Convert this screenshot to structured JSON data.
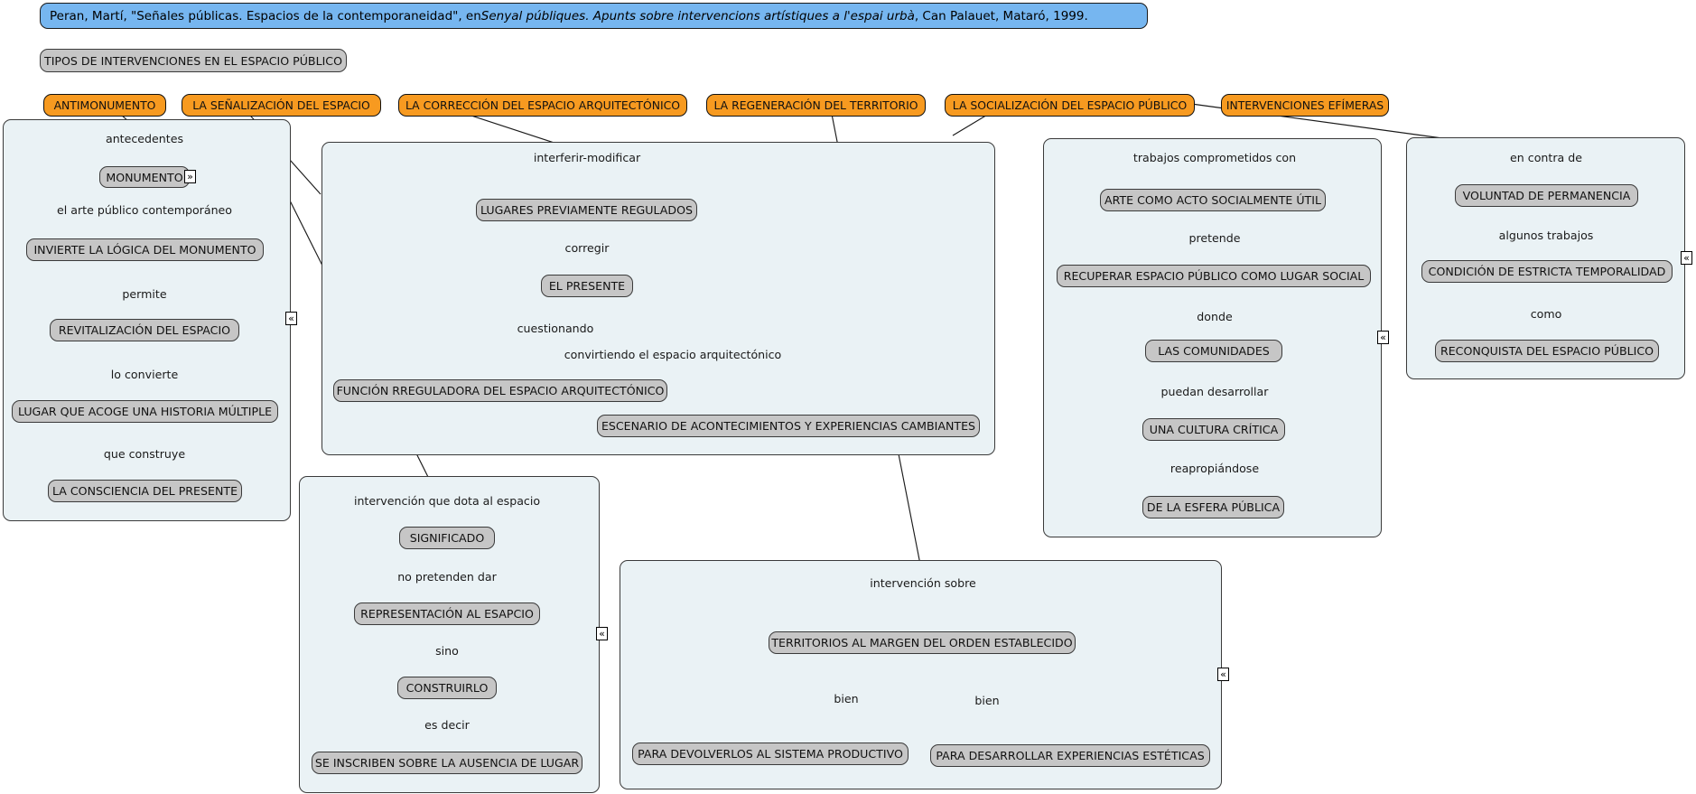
{
  "citation": {
    "part1": "Peran, Martí, \"Señales públicas. Espacios de la contemporaneidad\", en ",
    "italic": "Senyal públiques. Apunts sobre intervencions artístiques a l'espai urbà",
    "part2": ", Can Palauet, Mataró, 1999."
  },
  "root": {
    "label": "TIPOS DE INTERVENCIONES EN EL ESPACIO PÚBLICO"
  },
  "categories": [
    {
      "id": "antimonumento",
      "label": "ANTIMONUMENTO"
    },
    {
      "id": "senalizacion",
      "label": "LA SEÑALIZACIÓN DEL ESPACIO"
    },
    {
      "id": "correccion",
      "label": "LA CORRECCIÓN DEL ESPACIO ARQUITECTÓNICO"
    },
    {
      "id": "regeneracion",
      "label": "LA REGENERACIÓN DEL TERRITORIO"
    },
    {
      "id": "socializacion",
      "label": "LA SOCIALIZACIÓN DEL ESPACIO PÚBLICO"
    },
    {
      "id": "efimeras",
      "label": "INTERVENCIONES EFÍMERAS"
    }
  ],
  "branches": {
    "antimonumento": {
      "nodes": [
        "MONUMENTO",
        "INVIERTE LA LÓGICA DEL MONUMENTO",
        "REVITALIZACIÓN DEL ESPACIO",
        "LUGAR QUE ACOGE UNA HISTORIA MÚLTIPLE",
        "LA CONSCIENCIA DEL PRESENTE"
      ],
      "links": [
        "antecedentes",
        "el arte público contemporáneo",
        "permite",
        "lo convierte",
        "que construye"
      ]
    },
    "correccion": {
      "nodes": [
        "LUGARES PREVIAMENTE REGULADOS",
        "EL PRESENTE",
        "FUNCIÓN RREGULADORA DEL ESPACIO ARQUITECTÓNICO",
        "ESCENARIO DE ACONTECIMIENTOS Y EXPERIENCIAS CAMBIANTES"
      ],
      "links": [
        "interferir-modificar",
        "corregir",
        "cuestionando",
        "convirtiendo el espacio arquitectónico"
      ]
    },
    "senalizacion": {
      "nodes": [
        "SIGNIFICADO",
        "REPRESENTACIÓN AL ESAPCIO",
        "CONSTRUIRLO",
        "SE INSCRIBEN SOBRE LA AUSENCIA DE LUGAR"
      ],
      "links": [
        "intervención que dota al espacio",
        "no pretenden dar",
        "sino",
        "es decir"
      ]
    },
    "regeneracion": {
      "nodes": [
        "TERRITORIOS AL MARGEN DEL ORDEN ESTABLECIDO",
        "PARA DEVOLVERLOS AL SISTEMA PRODUCTIVO",
        "PARA DESARROLLAR EXPERIENCIAS ESTÉTICAS"
      ],
      "links": [
        "intervención sobre",
        "bien",
        "bien"
      ]
    },
    "socializacion": {
      "nodes": [
        "ARTE COMO ACTO SOCIALMENTE ÚTIL",
        "RECUPERAR ESPACIO PÚBLICO COMO LUGAR SOCIAL",
        "LAS COMUNIDADES",
        "UNA CULTURA CRÍTICA",
        "DE LA ESFERA PÚBLICA"
      ],
      "links": [
        "trabajos comprometidos con",
        "pretende",
        "donde",
        "puedan desarrollar",
        "reapropiándose"
      ]
    },
    "efimeras": {
      "nodes": [
        "VOLUNTAD DE PERMANENCIA",
        "CONDICIÓN DE ESTRICTA TEMPORALIDAD",
        "RECONQUISTA DEL ESPACIO PÚBLICO"
      ],
      "links": [
        "en contra de",
        "algunos trabajos",
        "como"
      ]
    }
  },
  "icons": {
    "expand_right": "»",
    "collapse_left": "«"
  },
  "colors": {
    "citation_bg": "#76b6f0",
    "category_bg": "#f79a20",
    "node_bg": "#c6c6c6",
    "panel_bg": "#eaf2f5"
  }
}
